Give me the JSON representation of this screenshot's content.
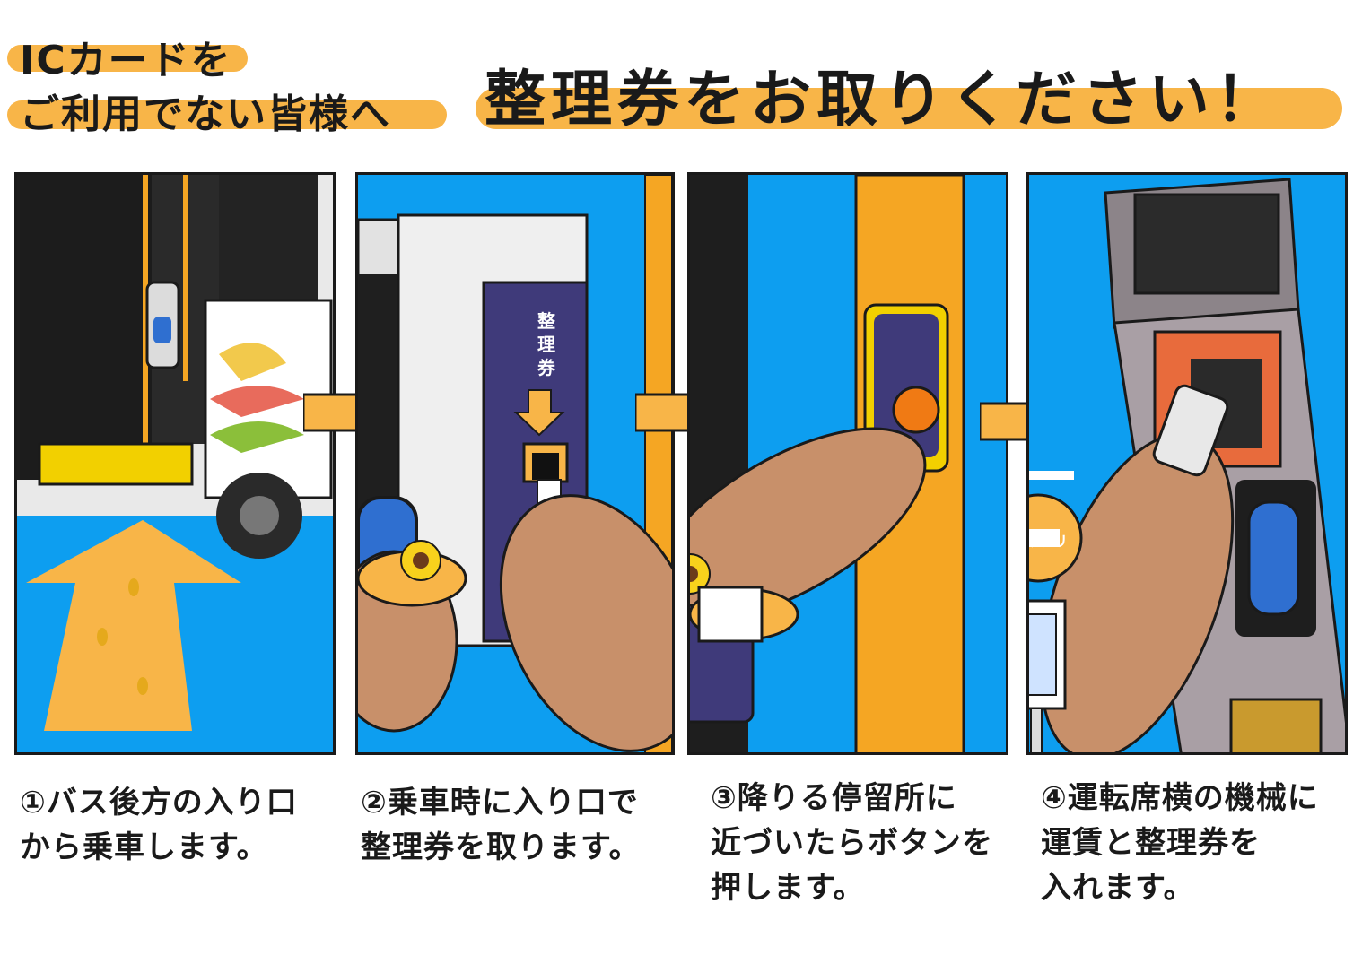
{
  "header": {
    "subtitle_line1": "ICカードを",
    "subtitle_line2": "ご利用でない皆様へ",
    "title": "整理券をお取りください！"
  },
  "panels": [
    {
      "step": "①バス後方の入り口",
      "step_line2": "から乗車します。"
    },
    {
      "step": "②乗車時に入り口で",
      "step_line2": "整理券を取ります。",
      "machine_label": "整理券"
    },
    {
      "step": "③降りる停留所に",
      "step_line2": "近づいたらボタンを",
      "step_line3": "押します。"
    },
    {
      "step": "④運転席横の機械に",
      "step_line2": "運賃と整理券を",
      "step_line3": "入れます。",
      "bus_stop_name": "ヒマワリ"
    }
  ],
  "colors": {
    "sky": "#0d9ef0",
    "orange": "#f8b548",
    "pole": "#f5a623",
    "navy": "#3f3a7a",
    "bird": "#c8906a"
  }
}
